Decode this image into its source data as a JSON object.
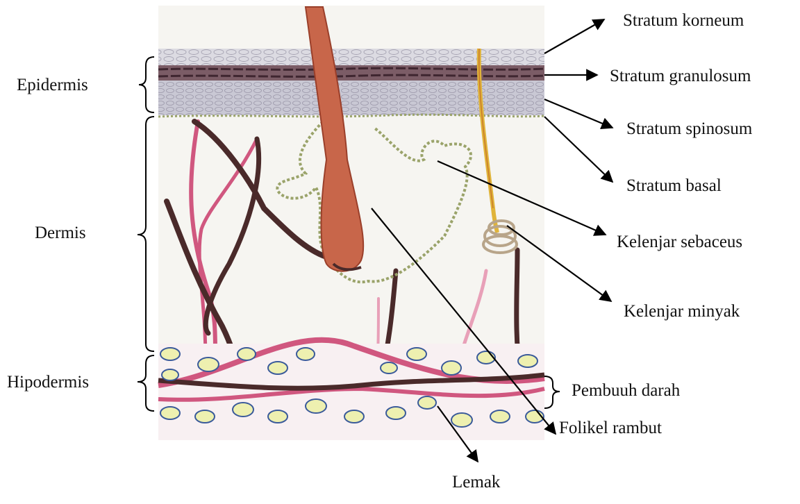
{
  "labels": {
    "left": {
      "epidermis": "Epidermis",
      "dermis": "Dermis",
      "hipodermis": "Hipodermis"
    },
    "right": {
      "stratum_korneum": "Stratum korneum",
      "stratum_granulosum": "Stratum granulosum",
      "stratum_spinosum": "Stratum spinosum",
      "stratum_basal": "Stratum basal",
      "kelenjar_sebaceus": "Kelenjar sebaceus",
      "kelenjar_minyak": "Kelenjar minyak",
      "pembuluh_darah": "Pembuuh darah",
      "folikel_rambut": "Folikel rambut"
    },
    "bottom": {
      "lemak": "Lemak"
    }
  },
  "colors": {
    "epidermis_base": "#d6d4dc",
    "granulosum_band": "#6b4a55",
    "hair": "#c8664a",
    "sebaceous_outline": "#9aa36a",
    "nerve": "#e0b43a",
    "vessel_pink": "#d0577f",
    "vessel_brown": "#4a2a2a",
    "fat_fill": "#eef0b0",
    "fat_outline": "#3a5a9a"
  }
}
